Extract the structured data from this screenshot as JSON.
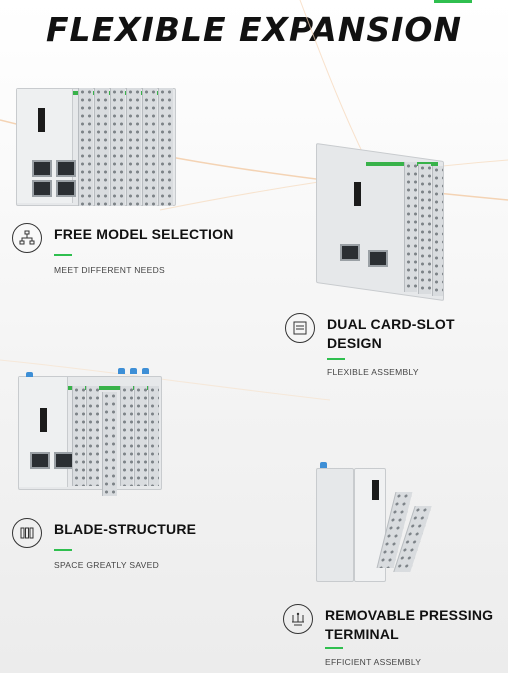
{
  "page": {
    "title": "FLEXIBLE EXPANSION",
    "accent_color": "#2fbf4f"
  },
  "features": [
    {
      "heading": "FREE MODEL SELECTION",
      "subtitle": "MEET DIFFERENT NEEDS",
      "icon": "network-hierarchy-icon"
    },
    {
      "heading": "DUAL CARD-SLOT\nDESIGN",
      "subtitle": "FLEXIBLE ASSEMBLY",
      "icon": "card-slot-icon"
    },
    {
      "heading": "BLADE-STRUCTURE",
      "subtitle": "SPACE GREATLY SAVED",
      "icon": "blade-module-icon"
    },
    {
      "heading": "REMOVABLE PRESSING\nTERMINAL",
      "subtitle": "EFFICIENT ASSEMBLY",
      "icon": "pressing-terminal-icon"
    }
  ]
}
